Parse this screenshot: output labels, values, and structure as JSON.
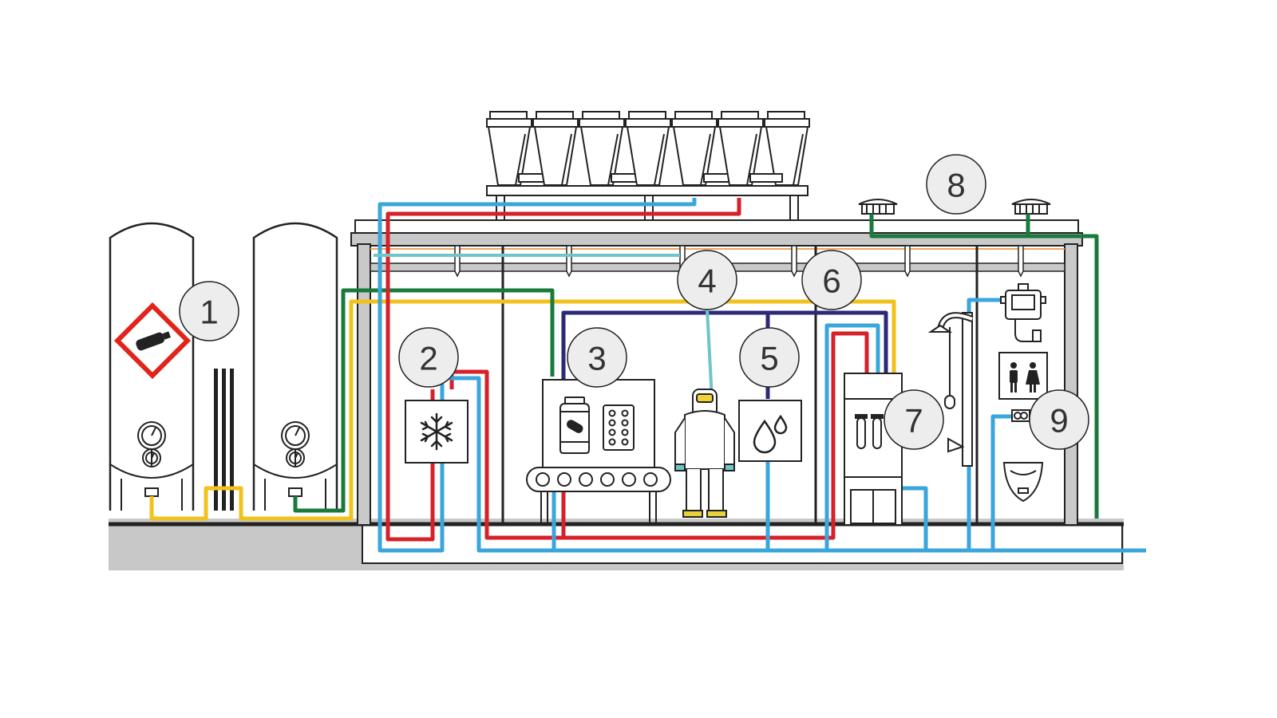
{
  "callouts": [
    {
      "id": "1",
      "label": "1"
    },
    {
      "id": "2",
      "label": "2"
    },
    {
      "id": "3",
      "label": "3"
    },
    {
      "id": "4",
      "label": "4"
    },
    {
      "id": "5",
      "label": "5"
    },
    {
      "id": "6",
      "label": "6"
    },
    {
      "id": "7",
      "label": "7"
    },
    {
      "id": "8",
      "label": "8"
    },
    {
      "id": "9",
      "label": "9"
    }
  ],
  "colors": {
    "line": "#222222",
    "pipe_red": "#d6202a",
    "pipe_blue": "#3aa6dc",
    "pipe_yellow": "#f2c21b",
    "pipe_green": "#1a7a3c",
    "pipe_navy": "#2b2a78",
    "pipe_teal": "#6ec6c8",
    "ground": "#c8c8c8",
    "structure": "#c9c9c9",
    "hazard": "#e2231a"
  },
  "icons": [
    "gas-cylinder-hazard-icon",
    "pressure-gauge-icon",
    "snowflake-icon",
    "medicine-bottle-icon",
    "pill-blister-icon",
    "conveyor-belt-icon",
    "cleanroom-suit-icon",
    "water-drops-icon",
    "test-tubes-icon",
    "emergency-shower-icon",
    "restroom-sign-icon",
    "urinal-icon",
    "roof-fan-icon",
    "cooling-tower-icon"
  ]
}
